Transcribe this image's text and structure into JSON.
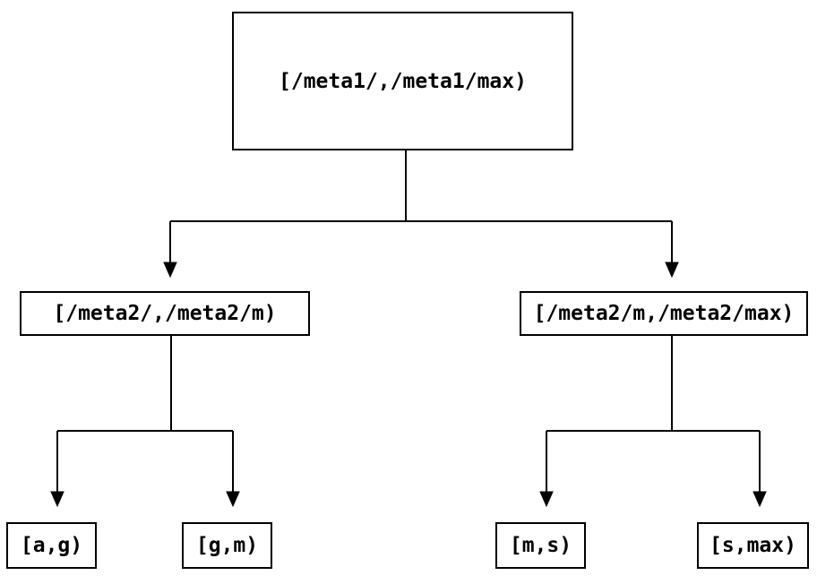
{
  "diagram": {
    "type": "tree",
    "background_color": "#ffffff",
    "line_color": "#000000",
    "text_color": "#000000",
    "nodes": {
      "root": {
        "label": "[/meta1/,/meta1/max)"
      },
      "left_child": {
        "label": "[/meta2/,/meta2/m)"
      },
      "right_child": {
        "label": "[/meta2/m,/meta2/max)"
      },
      "leaf_ag": {
        "label": "[a,g)"
      },
      "leaf_gm": {
        "label": "[g,m)"
      },
      "leaf_ms": {
        "label": "[m,s)"
      },
      "leaf_smax": {
        "label": "[s,max)"
      }
    },
    "edges": [
      {
        "from": "root",
        "to": "left_child",
        "arrow": "filled-triangle-down"
      },
      {
        "from": "root",
        "to": "right_child",
        "arrow": "filled-triangle-down"
      },
      {
        "from": "left_child",
        "to": "leaf_ag",
        "arrow": "filled-triangle-down"
      },
      {
        "from": "left_child",
        "to": "leaf_gm",
        "arrow": "filled-triangle-down"
      },
      {
        "from": "right_child",
        "to": "leaf_ms",
        "arrow": "filled-triangle-down"
      },
      {
        "from": "right_child",
        "to": "leaf_smax",
        "arrow": "filled-triangle-down"
      }
    ]
  }
}
